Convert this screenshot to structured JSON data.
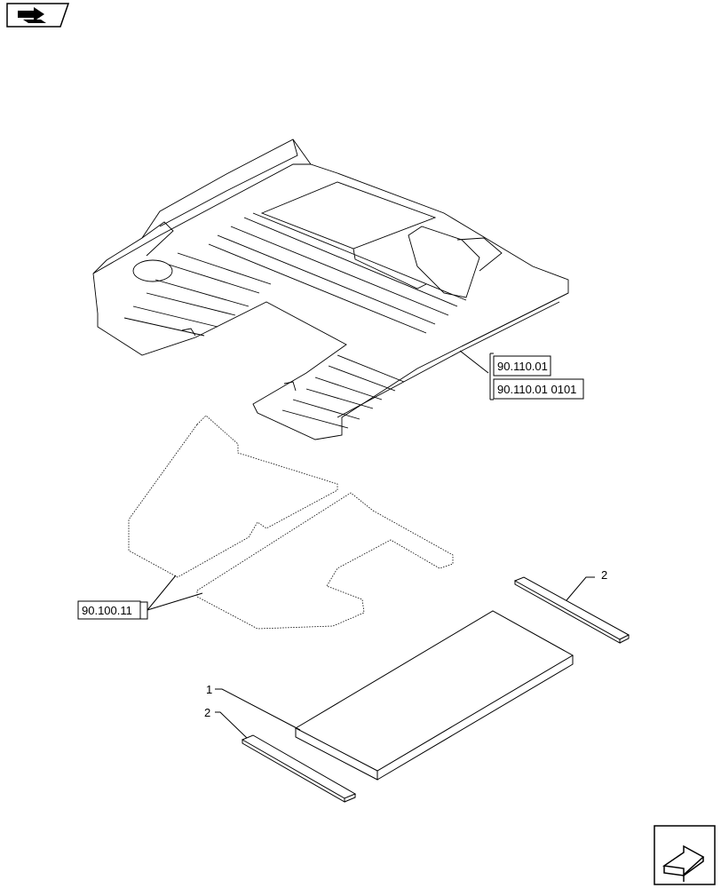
{
  "references": {
    "ref_top_1": "90.110.01",
    "ref_top_2": "90.110.01 0101",
    "ref_left": "90.100.11"
  },
  "callouts": {
    "item_1": "1",
    "item_2_upper": "2",
    "item_2_lower": "2"
  },
  "icons": {
    "top_left": "forward-arrow-icon",
    "bottom_right": "next-page-arrow-icon"
  }
}
